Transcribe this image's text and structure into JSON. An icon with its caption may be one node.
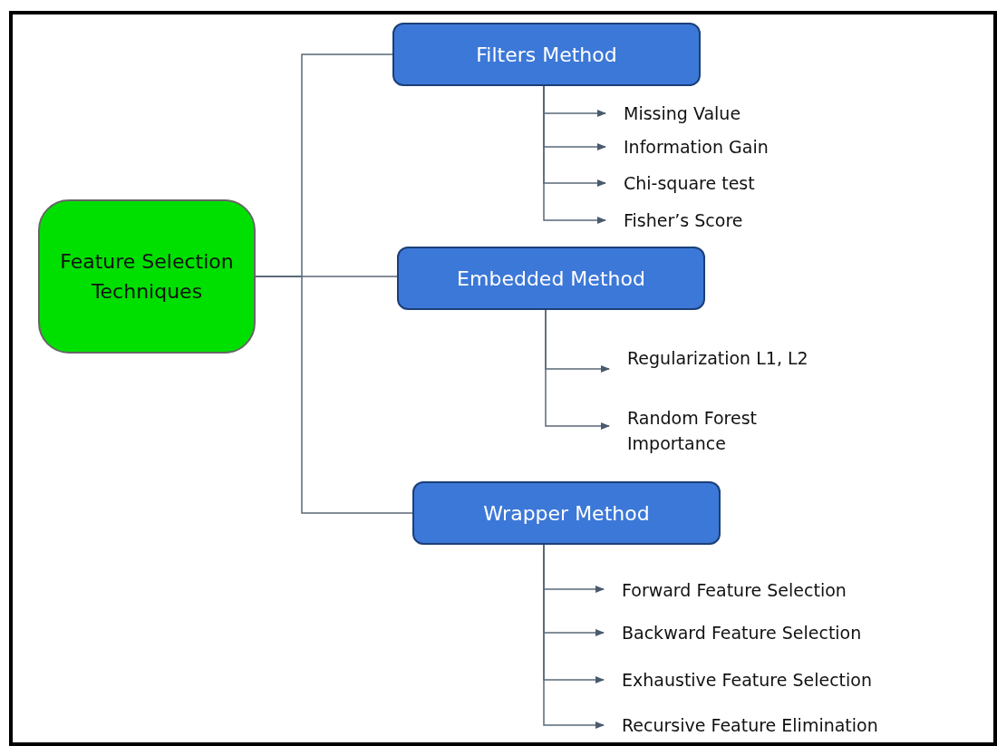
{
  "diagram": {
    "nodes": [
      {
        "text": [
          "Feature Selection Techniques"
        ]
      },
      {
        "text": [
          "Filters Method"
        ]
      },
      {
        "text": [
          "Missing Value"
        ]
      },
      {
        "text": [
          "Information Gain"
        ]
      },
      {
        "text": [
          "Chi-square test"
        ]
      },
      {
        "text": [
          "Fisher’s Score"
        ]
      },
      {
        "text": [
          "Embedded Method"
        ]
      },
      {
        "text": [
          "Regularization L1, L2"
        ]
      },
      {
        "text": [
          "Random Forest Importance"
        ]
      },
      {
        "text": [
          "Wrapper Method"
        ]
      },
      {
        "text": [
          "Forward Feature Selection"
        ]
      },
      {
        "text": [
          "Backward Feature Selection"
        ]
      },
      {
        "text": [
          "Exhaustive Feature Selection"
        ]
      },
      {
        "text": [
          "Recursive Feature Elimination"
        ]
      }
    ],
    "edges": [
      {
        "from": 0,
        "to": 1,
        "arrow": "none"
      },
      {
        "from": 0,
        "to": 6,
        "arrow": "none"
      },
      {
        "from": 0,
        "to": 9,
        "arrow": "none"
      },
      {
        "from": 1,
        "to": 2,
        "arrow": "to"
      },
      {
        "from": 1,
        "to": 3,
        "arrow": "to"
      },
      {
        "from": 1,
        "to": 4,
        "arrow": "to"
      },
      {
        "from": 1,
        "to": 5,
        "arrow": "to"
      },
      {
        "from": 6,
        "to": 7,
        "arrow": "to"
      },
      {
        "from": 6,
        "to": 8,
        "arrow": "to"
      },
      {
        "from": 9,
        "to": 10,
        "arrow": "to"
      },
      {
        "from": 9,
        "to": 11,
        "arrow": "to"
      },
      {
        "from": 9,
        "to": 12,
        "arrow": "to"
      },
      {
        "from": 9,
        "to": 13,
        "arrow": "to"
      }
    ]
  }
}
